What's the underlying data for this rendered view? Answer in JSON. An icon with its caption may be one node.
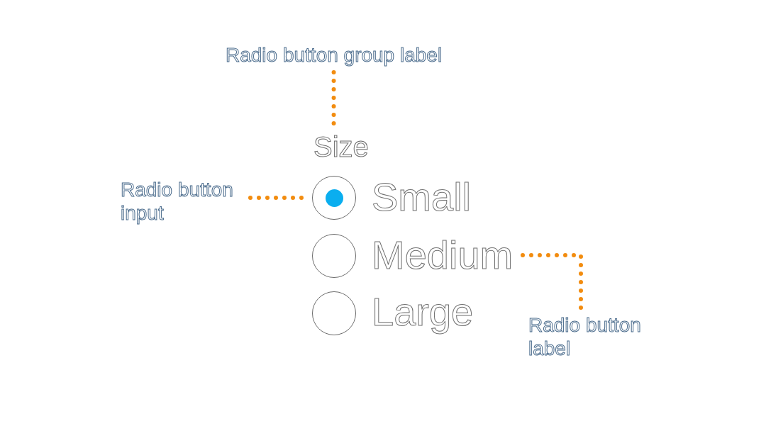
{
  "diagram": {
    "nodes": [
      {
        "text": [
          "Radio button group label"
        ]
      },
      {
        "text": [
          "Size"
        ]
      },
      {
        "text": [
          "Radio button input"
        ]
      },
      {
        "text": [],
        "shape": "circle"
      },
      {
        "text": [],
        "shape": "circle",
        "in": 3
      },
      {
        "text": [],
        "shape": "circle"
      },
      {
        "text": [
          "Medium"
        ]
      },
      {
        "text": [],
        "shape": "circle"
      },
      {
        "text": [
          "Radio button label"
        ]
      }
    ],
    "edges": [
      {
        "from": 0,
        "to": 1,
        "arrow": "none"
      },
      {
        "from": 2,
        "to": 3,
        "arrow": "none"
      },
      {
        "from": 8,
        "to": 6,
        "arrow": "none"
      }
    ],
    "labels": [
      "Small",
      "Large"
    ]
  }
}
